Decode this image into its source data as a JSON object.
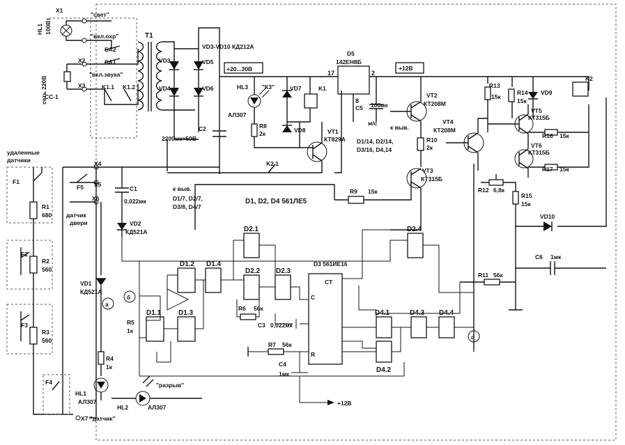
{
  "labels": {
    "hl1_top": "HL1",
    "hl1_top_power": "100Вт",
    "x1": "X1",
    "svet": "\"свет\"",
    "vkl_ohr": "\"вкл.охр\"",
    "sa2": "SA2",
    "sa1": "SA1",
    "x2": "X2",
    "vkl_zvuka": "\"вкл.звука\"",
    "x3": "X3",
    "ss1": "СС-1",
    "net220": "сеть 220В",
    "k11": "K1.1",
    "k12": "K1.2",
    "t1": "T1",
    "vd3": "VD3",
    "vd4": "VD4",
    "vd5": "VD5",
    "vd6": "VD6",
    "vd_bridge": "VD3-VD10 КД212А",
    "c2": "C2",
    "c2_val": "2200мк×50В",
    "v20_30": "+20...30В",
    "hl3": "HL3",
    "k3": "\"К3\"",
    "al307_hl3": "АЛ307",
    "r8": "R8",
    "r8_val": "2к",
    "vd7": "VD7",
    "vd8": "VD8",
    "k1": "K1",
    "k21": "K2.1",
    "vt1": "VT1",
    "vt1_type": "КТ829А",
    "d5": "D5",
    "d5_type": "142ЕН8Б",
    "pin17": "17",
    "pin2": "2",
    "pin8": "8",
    "plus12_top": "+12В",
    "c5": "C5",
    "c5_val": "100мк",
    "ms": "м/с",
    "k_vyv_right": "к выв.",
    "pins_right": "D1/14, D2/14,",
    "pins_right2": "D3/16, D4,14",
    "vt2": "VT2",
    "vt2_type": "КТ208М",
    "r10": "R10",
    "r10_val": "2к",
    "vt3": "VT3",
    "vt3_type": "КТ315Б",
    "r9": "R9",
    "r9_val": "15к",
    "vt4": "VT4",
    "vt4_type": "КТ208М",
    "r13": "R13",
    "r13_val": "15к",
    "r14": "R14",
    "r14_val": "15к",
    "vd9": "VD9",
    "k2": "K2",
    "vt5": "VT5",
    "vt5_type": "КТ315Б",
    "r16": "R16",
    "r16_val": "15к",
    "vt6": "VT6",
    "vt6_type": "КТ315Б",
    "r17": "R17",
    "r17_val": "15к",
    "r12": "R12",
    "r12_val": "6,8к",
    "r15": "R15",
    "r15_val": "15к",
    "vd10": "VD10",
    "c6": "C6",
    "c6_val": "1мк",
    "r11": "R11",
    "r11_val": "56к",
    "remote": "удаленные",
    "remote2": "датчики",
    "f1": "F1",
    "r1": "R1",
    "r1_val": "680",
    "f2": "F2",
    "r2": "R2",
    "r2_val": "560",
    "f3": "F3",
    "r3": "R3",
    "r3_val": "560",
    "f4": "F4",
    "x4": "X4",
    "x5": "X5",
    "x6": "X6",
    "x7": "X7 \"датчик\"",
    "f5": "F5",
    "door": "датчик",
    "door2": "двери",
    "c1": "C1",
    "c1_val": "0,022мк",
    "k_vyv_left": "к выв.",
    "pins_left": "D1/7, D2/7,",
    "pins_left2": "D3/8, D4/7",
    "vd2": "VD2",
    "vd2_type": "КД521А",
    "vd1": "VD1",
    "vd1_type": "КД521А",
    "ics": "D1, D2, D4    561ЛЕ5",
    "d3": "D3   561ИЕ16",
    "ct": "CT",
    "c_in": "C",
    "r_in": "R",
    "r5": "R5",
    "r5_val": "1к",
    "r4": "R4",
    "r4_val": "1к",
    "hl1": "HL1",
    "hl1_type": "АЛ307",
    "hl2": "HL2",
    "hl2_type": "АЛ307",
    "razryv": "\"разрыв\"",
    "r6": "R6",
    "r6_val": "56к",
    "c3": "C3",
    "c3_val": "0,022мк",
    "r7": "R7",
    "r7_val": "56к",
    "c4": "C4",
    "c4_val": "1мк",
    "plus12_bottom": "+12В",
    "node_a": "а",
    "node_b": "б",
    "node_c": "с",
    "d11": "D1.1",
    "d12": "D1.2",
    "d13": "D1.3",
    "d14": "D1.4",
    "d21": "D2.1",
    "d22": "D2.2",
    "d23": "D2.3",
    "d24": "D2.4",
    "d41": "D4.1",
    "d42": "D4.2",
    "d43": "D4.3",
    "d44": "D4.4"
  }
}
